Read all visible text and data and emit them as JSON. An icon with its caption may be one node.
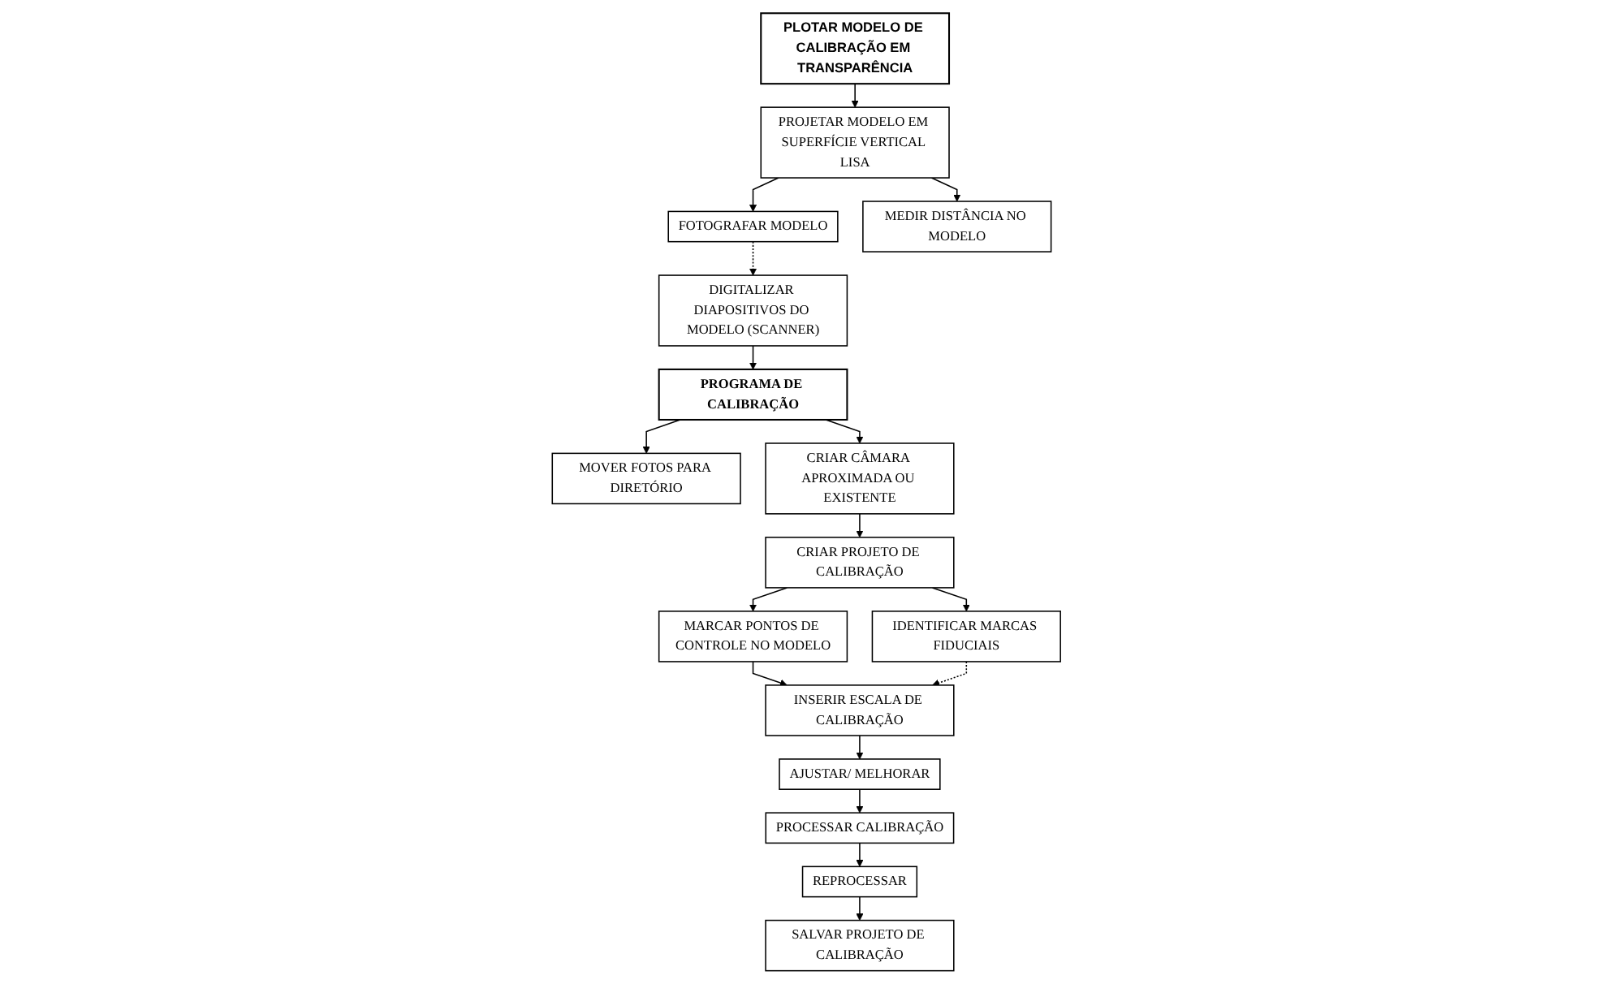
{
  "diagram": {
    "nodes": [
      {
        "text": [
          "PLOTAR MODELO DE CALIBRAÇÃO EM TRANSPARÊNCIA"
        ]
      },
      {
        "text": [
          "PROJETAR MODELO EM SUPERFÍCIE VERTICAL LISA"
        ]
      },
      {
        "text": [
          "FOTOGRAFAR MODELO"
        ]
      },
      {
        "text": [
          "MEDIR DISTÂNCIA NO MODELO"
        ]
      },
      {
        "text": [
          "DIGITALIZAR DIAPOSITIVOS DO MODELO (SCANNER)"
        ]
      },
      {
        "text": [
          "PROGRAMA DE CALIBRAÇÃO"
        ]
      },
      {
        "text": [
          "MOVER FOTOS PARA DIRETÓRIO"
        ]
      },
      {
        "text": [
          "CRIAR CÂMARA APROXIMADA OU EXISTENTE"
        ]
      },
      {
        "text": [
          "CRIAR PROJETO DE CALIBRAÇÃO"
        ]
      },
      {
        "text": [
          "MARCAR PONTOS DE CONTROLE NO MODELO"
        ]
      },
      {
        "text": [
          "IDENTIFICAR MARCAS FIDUCIAIS"
        ]
      },
      {
        "text": [
          "INSERIR ESCALA DE CALIBRAÇÃO"
        ]
      },
      {
        "text": [
          "AJUSTAR/ MELHORAR"
        ]
      },
      {
        "text": [
          "PROCESSAR CALIBRAÇÃO"
        ]
      },
      {
        "text": [
          "REPROCESSAR"
        ]
      },
      {
        "text": [
          "SALVAR PROJETO DE CALIBRAÇÃO"
        ]
      }
    ],
    "edges": [
      {
        "from": 0,
        "to": 1,
        "arrow": "to"
      },
      {
        "from": 1,
        "to": 2,
        "arrow": "to"
      },
      {
        "from": 1,
        "to": 3,
        "arrow": "to"
      },
      {
        "from": 2,
        "to": 4,
        "arrow": "to",
        "style": "dashed"
      },
      {
        "from": 4,
        "to": 5,
        "arrow": "to"
      },
      {
        "from": 5,
        "to": 6,
        "arrow": "to"
      },
      {
        "from": 5,
        "to": 7,
        "arrow": "to"
      },
      {
        "from": 7,
        "to": 8,
        "arrow": "to"
      },
      {
        "from": 8,
        "to": 9,
        "arrow": "to"
      },
      {
        "from": 8,
        "to": 10,
        "arrow": "to"
      },
      {
        "from": 9,
        "to": 11,
        "arrow": "to"
      },
      {
        "from": 10,
        "to": 11,
        "arrow": "to",
        "style": "dashed"
      },
      {
        "from": 11,
        "to": 12,
        "arrow": "to"
      },
      {
        "from": 12,
        "to": 13,
        "arrow": "to"
      },
      {
        "from": 13,
        "to": 14,
        "arrow": "to"
      },
      {
        "from": 14,
        "to": 15,
        "arrow": "to"
      }
    ]
  }
}
